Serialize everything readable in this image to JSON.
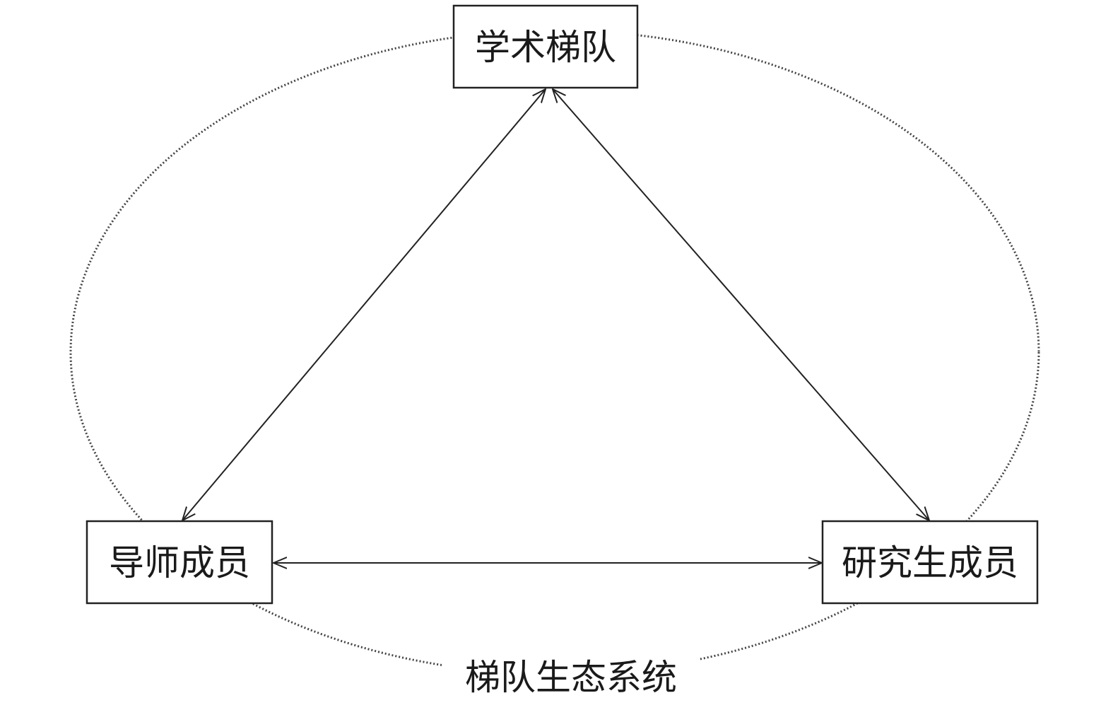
{
  "diagram": {
    "ecosystem_label": "梯队生态系统",
    "nodes": {
      "top": "学术梯队",
      "left": "导师成员",
      "right": "研究生成员"
    },
    "edges": [
      {
        "from": "学术梯队",
        "to": "导师成员",
        "type": "bidirectional"
      },
      {
        "from": "学术梯队",
        "to": "研究生成员",
        "type": "bidirectional"
      },
      {
        "from": "导师成员",
        "to": "研究生成员",
        "type": "bidirectional"
      }
    ],
    "colors": {
      "line": "#222222",
      "background": "#ffffff"
    }
  }
}
